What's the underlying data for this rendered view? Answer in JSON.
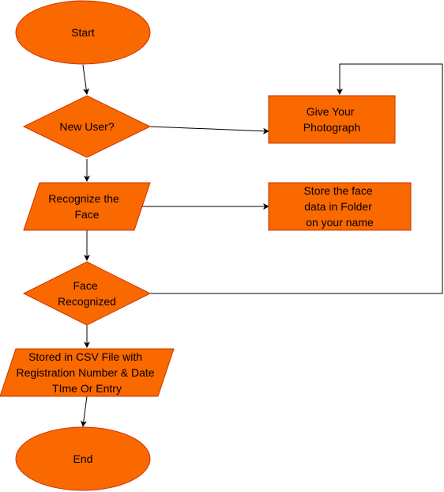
{
  "colors": {
    "fill": "#FA6800",
    "stroke": "#C73500",
    "edge": "#000000",
    "text": "#000000"
  },
  "nodes": {
    "start": {
      "lines": [
        "Start"
      ]
    },
    "new_user": {
      "lines": [
        "New User?"
      ]
    },
    "give_photo": {
      "lines": [
        "Give Your",
        "Photograph"
      ]
    },
    "recognize": {
      "lines": [
        "Recognize the",
        "Face"
      ]
    },
    "store_face": {
      "lines": [
        "Store the face",
        "data in Folder",
        "on your name"
      ]
    },
    "face_recognized": {
      "lines": [
        "Face",
        "Recognized"
      ]
    },
    "stored_csv": {
      "lines": [
        "Stored in CSV File with",
        "Registration Number & Date",
        "TIme Or Entry"
      ]
    },
    "end": {
      "lines": [
        "End"
      ]
    }
  }
}
